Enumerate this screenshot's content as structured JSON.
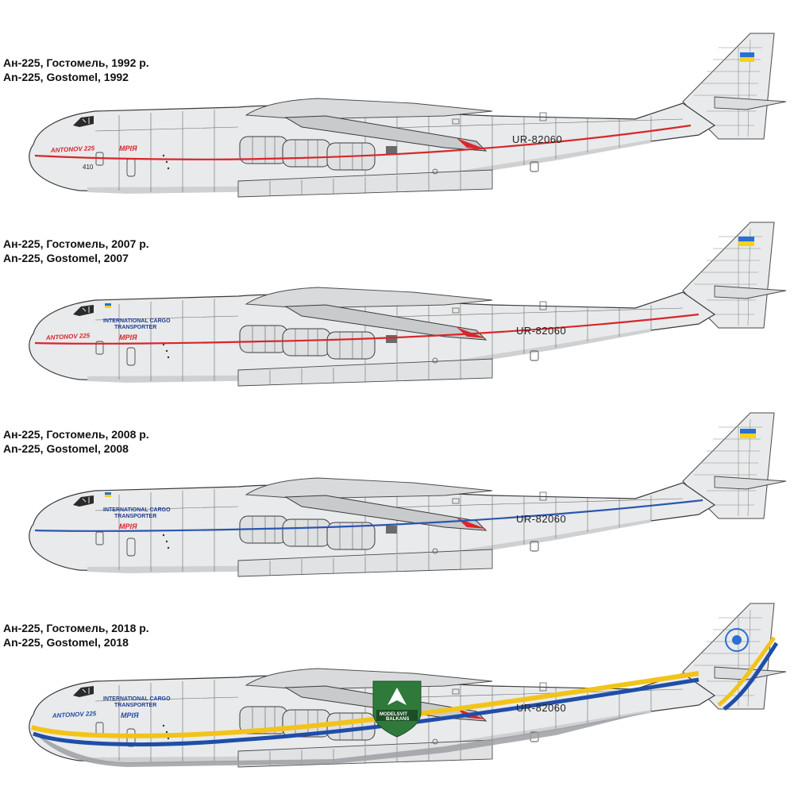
{
  "colors": {
    "fuselage": "#e9eaeb",
    "panel_line": "#4a4a4a",
    "cheatline_red": "#d8262b",
    "cheatline_blue": "#2a56b0",
    "stripe_yellow": "#f2c319",
    "stripe_blue": "#1f4ea8",
    "belly_grey": "#9c9fa3",
    "flag_blue": "#2a6fd1",
    "flag_yellow": "#f5d31a"
  },
  "aircraft": [
    {
      "caption_ua": "Ан-225, Гостомель, 1992 р.",
      "caption_en": "An-225, Gostomel, 1992",
      "livery": "red-cheatline",
      "registration": "UR-82060",
      "nose_title": "ANTONOV 225",
      "mriya": "МРІЯ",
      "nose_number": "410"
    },
    {
      "caption_ua": "Ан-225, Гостомель, 2007 р.",
      "caption_en": "An-225, Gostomel, 2007",
      "livery": "red-cheatline",
      "registration": "UR-82060",
      "nose_title": "ANTONOV 225",
      "mriya": "МРІЯ",
      "side_title_1": "INTERNATIONAL CARGO",
      "side_title_2": "TRANSPORTER"
    },
    {
      "caption_ua": "Ан-225, Гостомель, 2008 р.",
      "caption_en": "An-225, Gostomel, 2008",
      "livery": "blue-cheatline",
      "registration": "UR-82060",
      "mriya": "МРІЯ",
      "side_title_1": "INTERNATIONAL CARGO",
      "side_title_2": "TRANSPORTER"
    },
    {
      "caption_ua": "Ан-225, Гостомель, 2018 р.",
      "caption_en": "An-225, Gostomel, 2018",
      "livery": "ukraine-stripes",
      "registration": "UR-82060",
      "nose_title": "ANTONOV 225",
      "mriya": "МРІЯ",
      "side_title_1": "INTERNATIONAL CARGO",
      "side_title_2": "TRANSPORTER"
    }
  ],
  "watermark": {
    "line1": "MODELSVIT",
    "line2": "BALKANS"
  }
}
